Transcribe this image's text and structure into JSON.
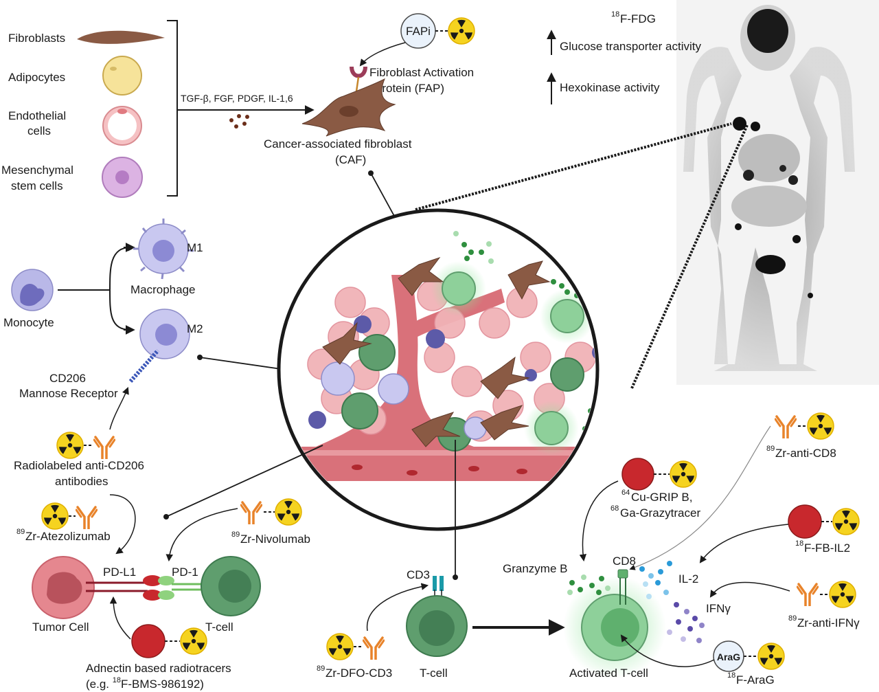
{
  "cell_types": {
    "fibroblasts": "Fibroblasts",
    "adipocytes": "Adipocytes",
    "endothelial_1": "Endothelial",
    "endothelial_2": "cells",
    "msc_1": "Mesenchymal",
    "msc_2": "stem cells"
  },
  "caf": {
    "cytokines": "TGF-β, FGF, PDGF, IL-1,6",
    "fapi": "FAPi",
    "fap_1": "Fibroblast Activation",
    "fap_2": "Protein (FAP)",
    "caf_1": "Cancer-associated fibroblast",
    "caf_2": "(CAF)"
  },
  "fdg": {
    "mass": "18",
    "name": "F-FDG",
    "glucose": "Glucose transporter activity",
    "hexokinase": "Hexokinase activity"
  },
  "macrophage": {
    "m1": "M1",
    "macrophage": "Macrophage",
    "monocyte": "Monocyte",
    "m2": "M2",
    "cd206_1": "CD206",
    "cd206_2": "Mannose Receptor",
    "antibody_1": "Radiolabeled anti-CD206",
    "antibody_2": "antibodies"
  },
  "checkpoint": {
    "atezo_mass": "89",
    "atezo_name": "Zr-Atezolizumab",
    "nivo_mass": "89",
    "nivo_name": "Zr-Nivolumab",
    "pdl1": "PD-L1",
    "pd1": "PD-1",
    "tumor_cell": "Tumor Cell",
    "t_cell": "T-cell",
    "adnectin_1": "Adnectin based radiotracers",
    "adnectin_2a": "(e.g. ",
    "adnectin_mass": "18",
    "adnectin_2b": "F-BMS-986192)"
  },
  "tcell": {
    "cd3": "CD3",
    "t_cell": "T-cell",
    "dfo_mass": "89",
    "dfo_name": "Zr-DFO-CD3"
  },
  "activated": {
    "granzyme": "Granzyme B",
    "cd8": "CD8",
    "il2": "IL-2",
    "ifng": "IFNγ",
    "activated": "Activated T-cell",
    "grip_mass": "64",
    "grip_name": "Cu-GRIP B,",
    "grazy_mass": "68",
    "grazy_name": "Ga-Grazytracer",
    "cd8_mass": "89",
    "cd8_name": "Zr-anti-CD8",
    "il2_mass": "18",
    "il2_name": "F-FB-IL2",
    "ifng_mass": "89",
    "ifng_name": "Zr-anti-IFNγ",
    "arag_badge": "AraG",
    "arag_mass": "18",
    "arag_name": "F-AraG"
  },
  "colors": {
    "fibroblast": "#8a5a44",
    "adipocyte": "#f6e39a",
    "tumor": "#e5878f",
    "vessel": "#d9717a",
    "tcell": "#5f9e6e",
    "macrophage": "#b9b8e8",
    "antibody": "#e8832a",
    "radio": "#f5d320",
    "tracer_red": "#c8282d"
  }
}
